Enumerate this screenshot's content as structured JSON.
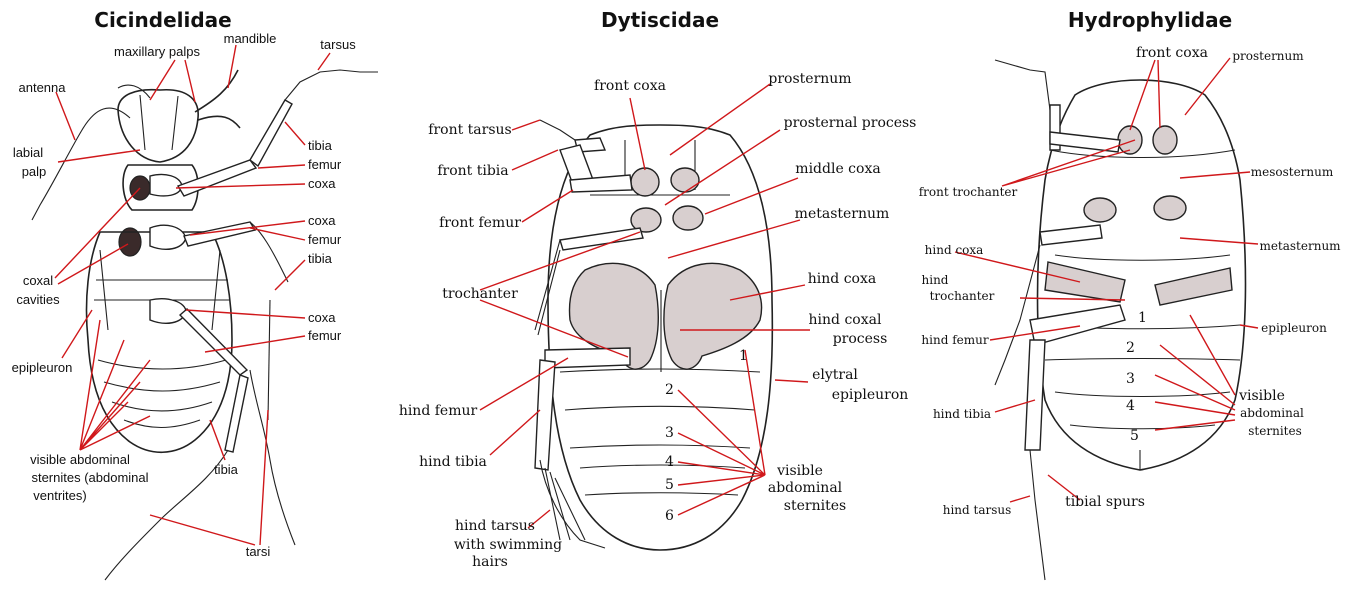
{
  "panels": {
    "cicindelidae": {
      "title": "Cicindelidae",
      "labels": {
        "maxillary_palps": "maxillary palps",
        "mandible": "mandible",
        "tarsus": "tarsus",
        "antenna": "antenna",
        "labial_palp_1": "labial",
        "labial_palp_2": "palp",
        "tibia_1": "tibia",
        "femur_1": "femur",
        "coxa_1": "coxa",
        "coxa_2": "coxa",
        "femur_2": "femur",
        "tibia_2": "tibia",
        "coxal_cavities_1": "coxal",
        "coxal_cavities_2": "cavities",
        "coxa_3": "coxa",
        "femur_3": "femur",
        "epipleuron": "epipleuron",
        "sternites_1": "visible abdominal",
        "sternites_2": "sternites (abdominal",
        "sternites_3": "ventrites)",
        "tibia_3": "tibia",
        "tarsi": "tarsi"
      }
    },
    "dytiscidae": {
      "title": "Dytiscidae",
      "labels": {
        "front_coxa": "front coxa",
        "prosternum": "prosternum",
        "front_tarsus": "front tarsus",
        "prosternal_process": "prosternal process",
        "front_tibia": "front tibia",
        "middle_coxa": "middle coxa",
        "front_femur": "front femur",
        "metasternum": "metasternum",
        "hind_coxa": "hind coxa",
        "trochanter": "trochanter",
        "hind_coxal_process_1": "hind coxal",
        "hind_coxal_process_2": "process",
        "elytral_epipleuron_1": "elytral",
        "elytral_epipleuron_2": "epipleuron",
        "hind_femur": "hind femur",
        "hind_tibia": "hind tibia",
        "visible_1": "visible",
        "visible_2": "abdominal",
        "visible_3": "sternites",
        "hind_tarsus_1": "hind tarsus",
        "hind_tarsus_2": "with swimming",
        "hind_tarsus_3": "hairs",
        "n1": "1",
        "n2": "2",
        "n3": "3",
        "n4": "4",
        "n5": "5",
        "n6": "6"
      }
    },
    "hydrophylidae": {
      "title": "Hydrophylidae",
      "labels": {
        "front_coxa": "front coxa",
        "prosternum": "prosternum",
        "mesosternum": "mesosternum",
        "front_trochanter": "front trochanter",
        "metasternum": "metasternum",
        "hind_coxa": "hind coxa",
        "hind_trochanter_1": "hind",
        "hind_trochanter_2": "trochanter",
        "epipleuron": "epipleuron",
        "hind_femur": "hind femur",
        "visible_1": "visible",
        "visible_2": "abdominal",
        "visible_3": "sternites",
        "hind_tibia": "hind tibia",
        "tibial_spurs": "tibial spurs",
        "hind_tarsus": "hind tarsus",
        "n1": "1",
        "n2": "2",
        "n3": "3",
        "n4": "4",
        "n5": "5"
      }
    }
  },
  "colors": {
    "leader": "#d0181b",
    "shade": "#d8cfcf"
  }
}
